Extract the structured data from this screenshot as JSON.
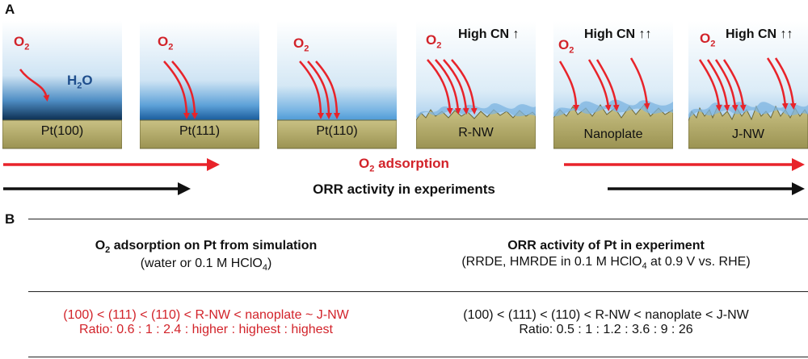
{
  "panel_a": {
    "label": "A",
    "o2_label": "O",
    "o2_sub": "2",
    "h2o_label": "H",
    "h2o_sub": "2",
    "h2o_tail": "O",
    "slabs": [
      {
        "label": "Pt(100)"
      },
      {
        "label": "Pt(111)"
      },
      {
        "label": "Pt(110)"
      },
      {
        "label": "R-NW",
        "cn": "High CN ↑"
      },
      {
        "label": "Nanoplate",
        "cn": "High CN ↑↑"
      },
      {
        "label": "J-NW",
        "cn": "High CN ↑↑"
      }
    ],
    "adsorption_label_pre": "O",
    "adsorption_label_sub": "2",
    "adsorption_label_post": " adsorption",
    "activity_label": "ORR activity in experiments",
    "colors": {
      "red": "#e8232a",
      "black": "#111111",
      "slab": "#b6ae6e",
      "water": "#4f9bd6"
    }
  },
  "panel_b": {
    "label": "B",
    "left_title_pre": "O",
    "left_title_sub": "2",
    "left_title_post": " adsorption on Pt from simulation",
    "left_sub_pre": "(water or 0.1 M HClO",
    "left_sub_sub": "4",
    "left_sub_post": ")",
    "right_title": "ORR activity of Pt in experiment",
    "right_sub_pre": "(RRDE, HMRDE in 0.1 M HClO",
    "right_sub_sub": "4",
    "right_sub_post": "  at 0.9 V vs. RHE)",
    "left_order": "(100) < (111) < (110) < R-NW < nanoplate ~ J-NW",
    "left_ratio": "Ratio: 0.6 : 1 : 2.4 : higher : highest : highest",
    "right_order": "(100) < (111) < (110) < R-NW < nanoplate < J-NW",
    "right_ratio": "Ratio: 0.5 : 1 : 1.2 : 3.6 : 9 : 26"
  }
}
